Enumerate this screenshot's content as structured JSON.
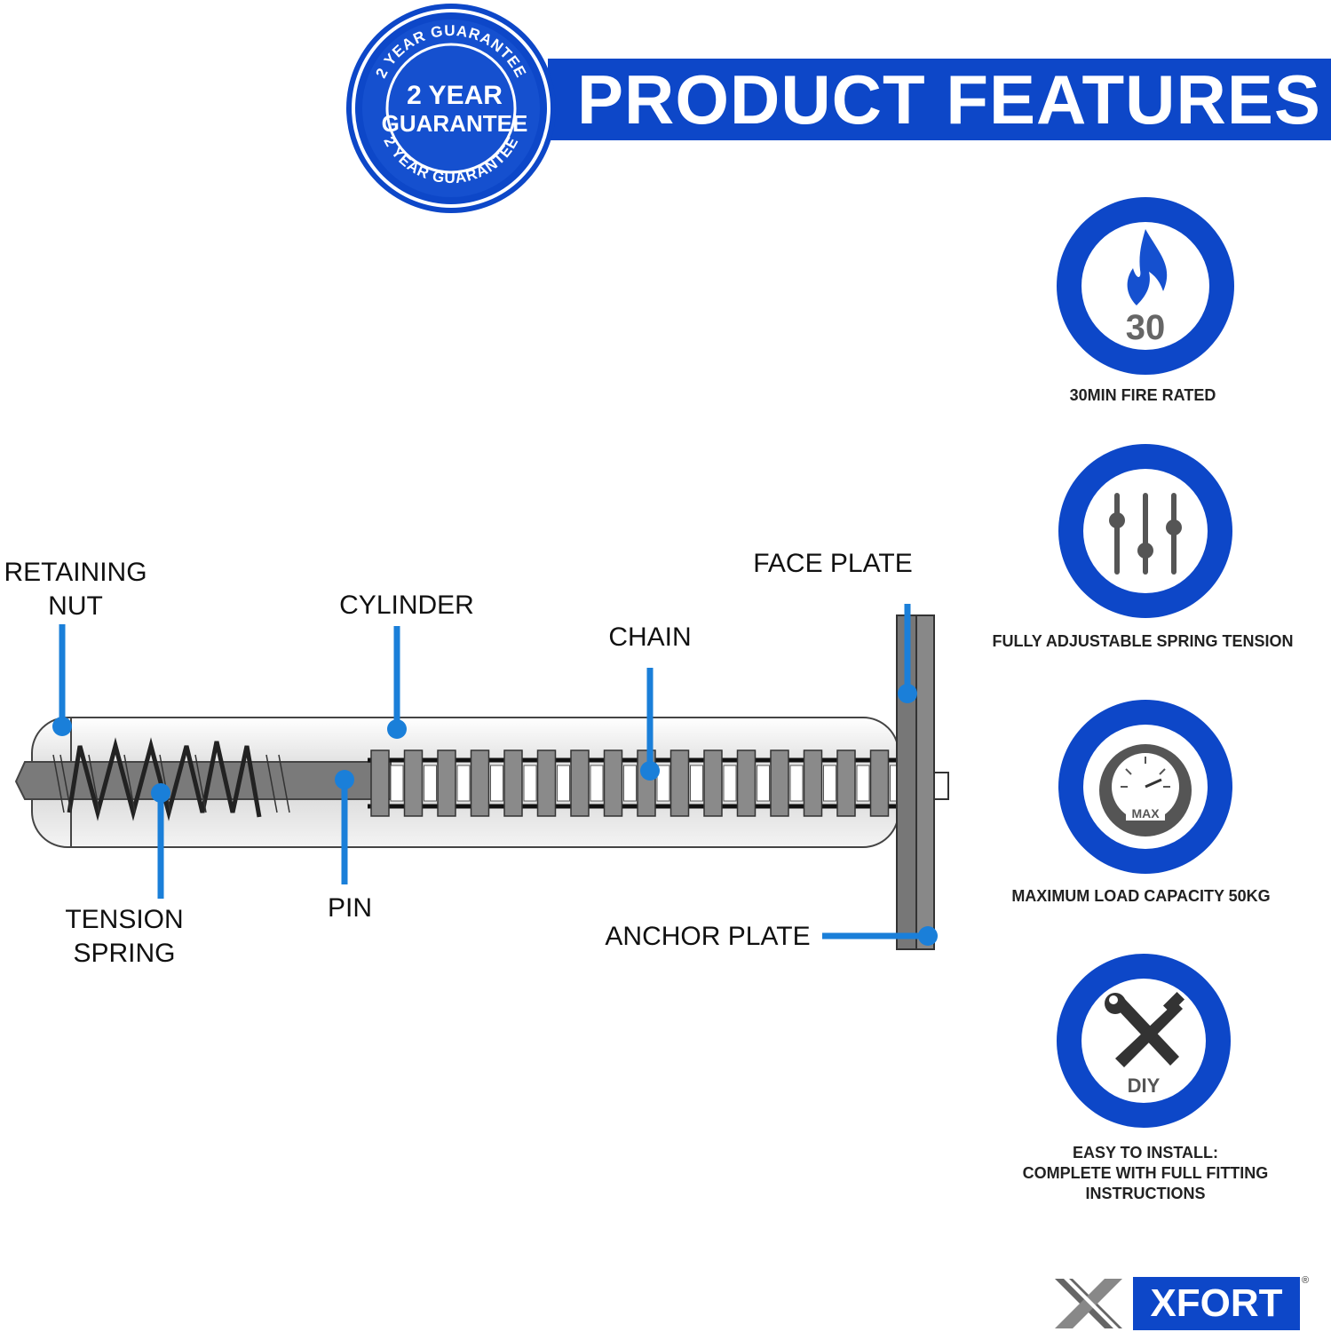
{
  "header": {
    "title": "PRODUCT FEATURES"
  },
  "badge": {
    "center_line1": "2 YEAR",
    "center_line2": "GUARANTEE",
    "ring_text": "2 YEAR GUARANTEE"
  },
  "diagram": {
    "labels": {
      "retaining_nut_1": "RETAINING",
      "retaining_nut_2": "NUT",
      "cylinder": "CYLINDER",
      "chain": "CHAIN",
      "face_plate": "FACE PLATE",
      "tension_spring_1": "TENSION",
      "tension_spring_2": "SPRING",
      "pin": "PIN",
      "anchor_plate": "ANCHOR PLATE"
    }
  },
  "features": [
    {
      "icon": "flame-icon",
      "icon_text": "30",
      "label": "30MIN FIRE RATED"
    },
    {
      "icon": "sliders-icon",
      "icon_text": "",
      "label": "FULLY ADJUSTABLE SPRING TENSION"
    },
    {
      "icon": "gauge-icon",
      "icon_text": "MAX",
      "label": "MAXIMUM LOAD CAPACITY 50KG"
    },
    {
      "icon": "tools-icon",
      "icon_text": "DIY",
      "label_line1": "EASY TO INSTALL:",
      "label_line2": "COMPLETE WITH FULL FITTING",
      "label_line3": "INSTRUCTIONS"
    }
  ],
  "brand": {
    "name": "XFORT",
    "mark": "®"
  },
  "colors": {
    "brand_blue": "#0d47c8",
    "accent_blue": "#1a7fd9",
    "dark_gray": "#666666"
  }
}
